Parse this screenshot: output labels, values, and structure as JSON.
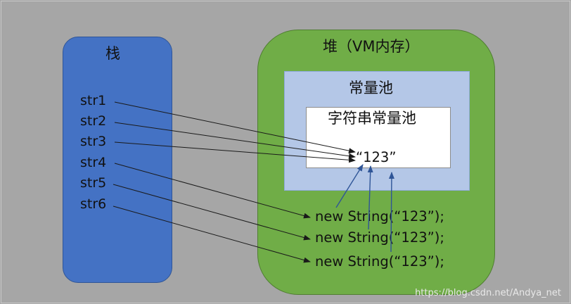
{
  "stack": {
    "title": "栈"
  },
  "heap": {
    "title": "堆（VM内存）"
  },
  "constant_pool": {
    "title": "常量池"
  },
  "string_pool": {
    "title": "字符串常量池",
    "literal": "“123”"
  },
  "variables": [
    "str1",
    "str2",
    "str3",
    "str4",
    "str5",
    "str6"
  ],
  "objects": [
    "new String(“123”);",
    "new String(“123”);",
    "new String(“123”);"
  ],
  "watermark": "https://blog.csdn.net/Andya_net",
  "colors": {
    "background": "#a6a6a6",
    "stack_fill": "#4472c4",
    "heap_fill": "#70ad47",
    "pool_fill": "#b4c7e7",
    "string_pool_fill": "#ffffff",
    "stack_arrow": "#1a1a1a",
    "object_arrow": "#2f5597"
  }
}
